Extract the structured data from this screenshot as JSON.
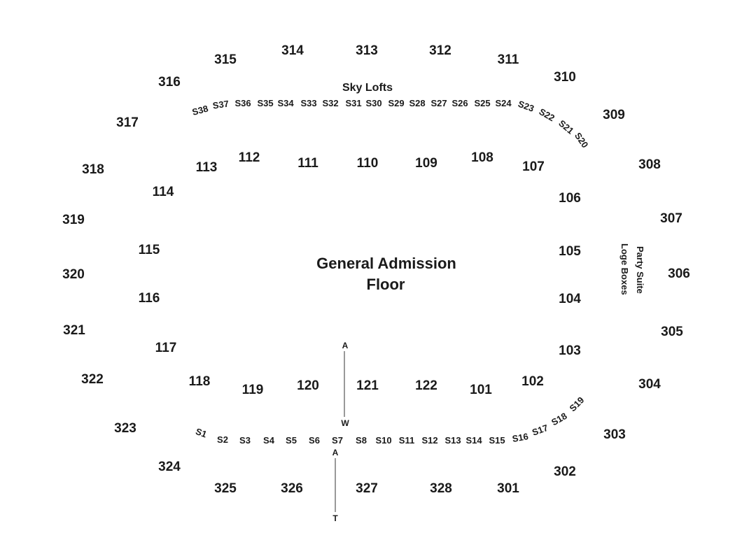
{
  "map": {
    "floor_label_line1": "General Admission",
    "floor_label_line2": "Floor",
    "sky_lofts_label": "Sky Lofts",
    "party_suite_label": "Party Suite",
    "loge_boxes_label": "Loge Boxes",
    "upper_sections": [
      "301",
      "302",
      "303",
      "304",
      "305",
      "306",
      "307",
      "308",
      "309",
      "310",
      "311",
      "312",
      "313",
      "314",
      "315",
      "316",
      "317",
      "318",
      "319",
      "320",
      "321",
      "322",
      "323",
      "324",
      "325",
      "326",
      "327",
      "328"
    ],
    "lower_sections": [
      "101",
      "102",
      "103",
      "104",
      "105",
      "106",
      "107",
      "108",
      "109",
      "110",
      "111",
      "112",
      "113",
      "114",
      "115",
      "116",
      "117",
      "118",
      "119",
      "120",
      "121",
      "122"
    ],
    "suites": [
      "S1",
      "S2",
      "S3",
      "S4",
      "S5",
      "S6",
      "S7",
      "S8",
      "S10",
      "S11",
      "S12",
      "S13",
      "S14",
      "S15",
      "S16",
      "S17",
      "S18",
      "S19",
      "S20",
      "S21",
      "S22",
      "S23",
      "S24",
      "S25",
      "S26",
      "S27",
      "S28",
      "S29",
      "S30",
      "S31",
      "S32",
      "S33",
      "S34",
      "S35",
      "S36",
      "S37",
      "S38"
    ],
    "aisle_top": "A",
    "aisle_mid": "W",
    "aisle_lower": "A",
    "aisle_bottom": "T"
  }
}
